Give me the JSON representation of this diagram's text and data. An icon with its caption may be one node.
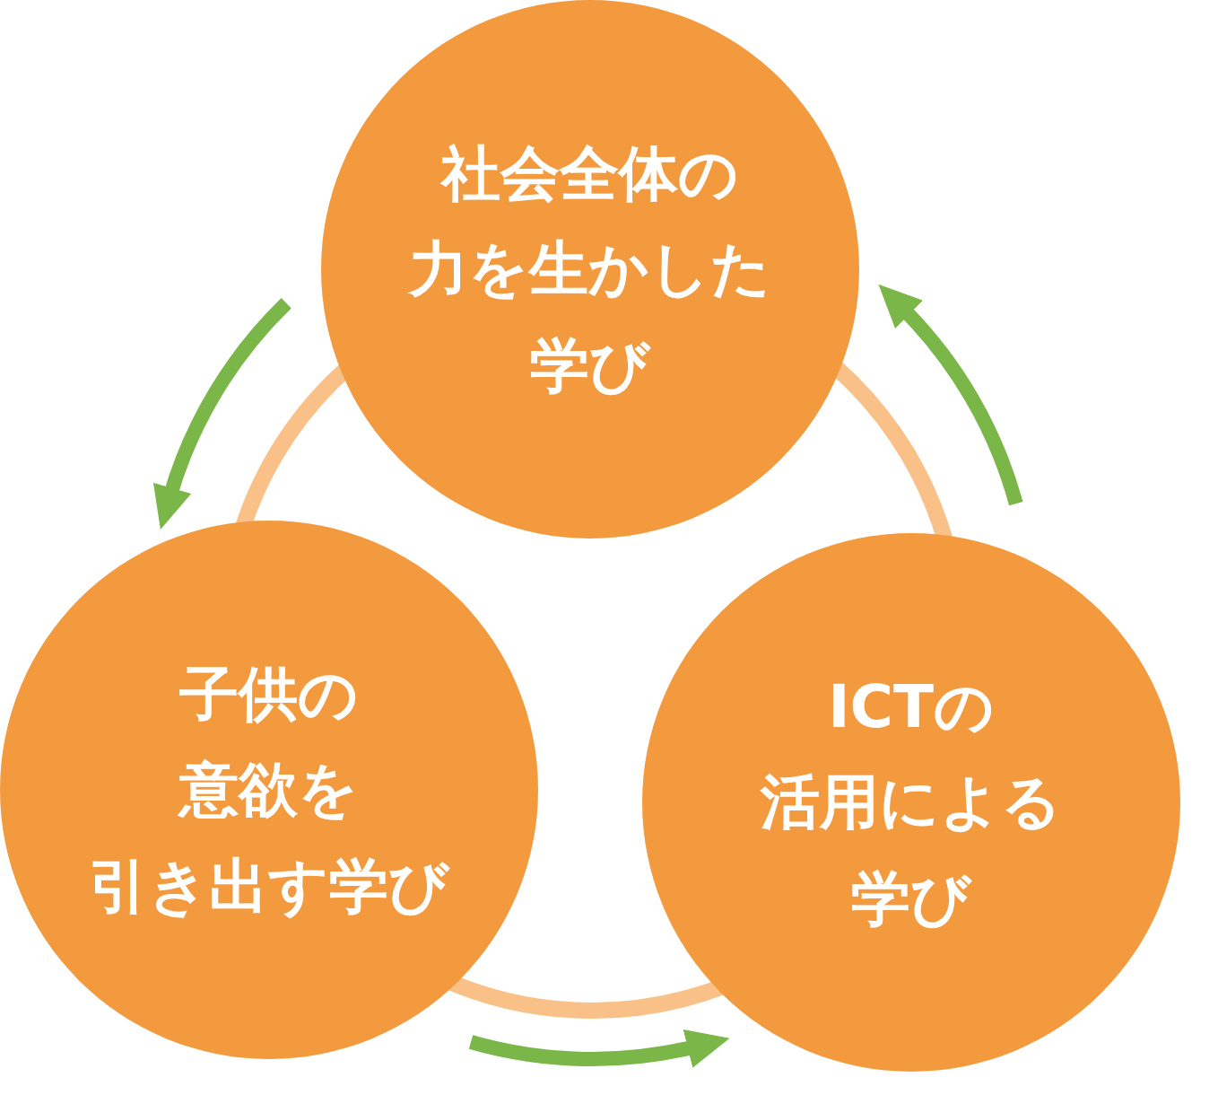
{
  "diagram": {
    "nodes": [
      {
        "text": [
          "社会全体の力を生かした学び"
        ]
      },
      {
        "text": [
          "子供の意欲を引き出す学び"
        ]
      },
      {
        "text": [
          "ICTの活用による学び"
        ]
      }
    ],
    "edges": [
      {
        "from": 0,
        "to": 1,
        "arrow": "to"
      },
      {
        "from": 1,
        "to": 2,
        "arrow": "to"
      },
      {
        "from": 2,
        "to": 0,
        "arrow": "to"
      }
    ]
  }
}
